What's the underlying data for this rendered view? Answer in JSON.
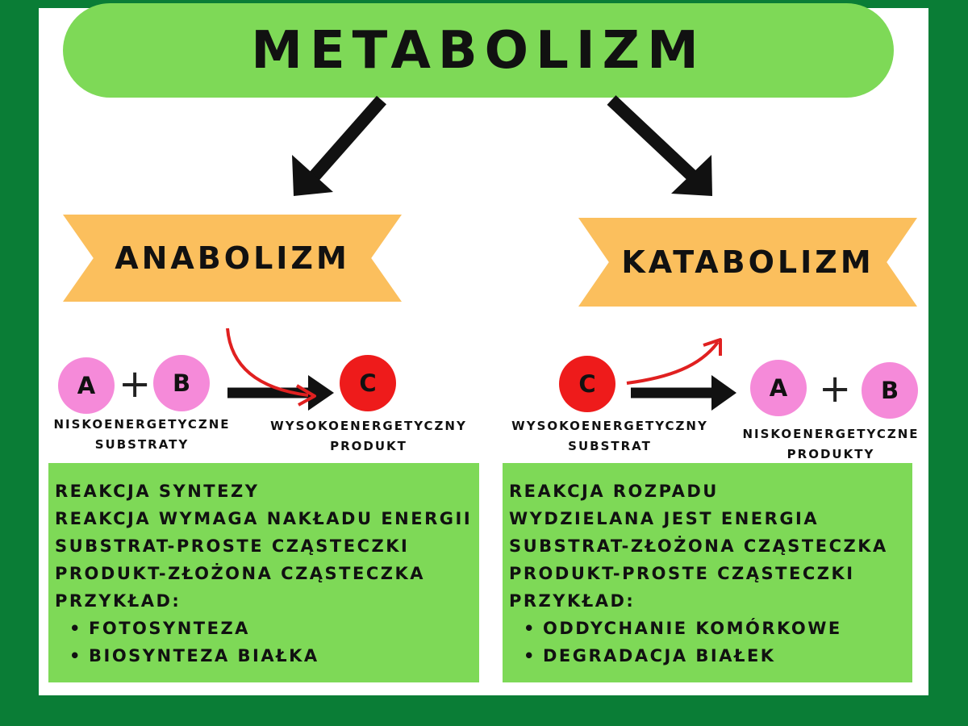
{
  "title": "METABOLIZM",
  "colors": {
    "frame": "#0a7d36",
    "pill_green": "#7ed957",
    "ribbon_orange": "#fbbf5d",
    "pink": "#f58ad9",
    "red": "#ee1b1b",
    "red_arrow": "#e02020"
  },
  "anabolism": {
    "title": "ANABOLIZM",
    "substrate_a": "A",
    "plus": "+",
    "substrate_b": "B",
    "product_c": "C",
    "substrates_label": [
      "NISKOENERGETYCZNE",
      "SUBSTRATY"
    ],
    "product_label": [
      "WYSOKOENERGETYCZNY",
      "PRODUKT"
    ],
    "lines": [
      "REAKCJA SYNTEZY",
      "REAKCJA WYMAGA NAKŁADU ENERGII",
      "SUBSTRAT-PROSTE CZĄSTECZKI",
      "PRODUKT-ZŁOŻONA CZĄSTECZKA",
      "PRZYKŁAD:"
    ],
    "examples": [
      "FOTOSYNTEZA",
      "BIOSYNTEZA BIAŁKA"
    ]
  },
  "catabolism": {
    "title": "KATABOLIZM",
    "substrate_c": "C",
    "product_a": "A",
    "plus": "+",
    "product_b": "B",
    "substrate_label": [
      "WYSOKOENERGETYCZNY",
      "SUBSTRAT"
    ],
    "products_label": [
      "NISKOENERGETYCZNE",
      "PRODUKTY"
    ],
    "lines": [
      "REAKCJA ROZPADU",
      "WYDZIELANA JEST ENERGIA",
      "SUBSTRAT-ZŁOŻONA CZĄSTECZKA",
      "PRODUKT-PROSTE CZĄSTECZKI",
      "PRZYKŁAD:"
    ],
    "examples": [
      "ODDYCHANIE KOMÓRKOWE",
      "DEGRADACJA BIAŁEK"
    ]
  }
}
